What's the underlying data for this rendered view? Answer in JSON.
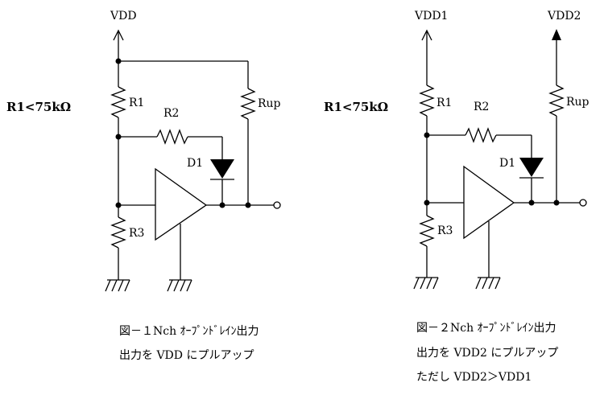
{
  "circuit1": {
    "supply": "VDD",
    "condition": "R1<75kΩ",
    "r1": "R1",
    "r2": "R2",
    "r3": "R3",
    "rup": "Rup",
    "diode": "D1",
    "caption_line1": "図－１Nch ｵｰﾌﾟﾝﾄﾞﾚｲﾝ出力",
    "caption_line2": "出力を VDD にプルアップ"
  },
  "circuit2": {
    "supply1": "VDD1",
    "supply2": "VDD2",
    "condition": "R1<75kΩ",
    "r1": "R1",
    "r2": "R2",
    "r3": "R3",
    "rup": "Rup",
    "diode": "D1",
    "caption_line1": "図－２Nch ｵｰﾌﾟﾝﾄﾞﾚｲﾝ出力",
    "caption_line2": "出力を VDD2 にプルアップ",
    "caption_line3": "ただし VDD2＞VDD1"
  }
}
